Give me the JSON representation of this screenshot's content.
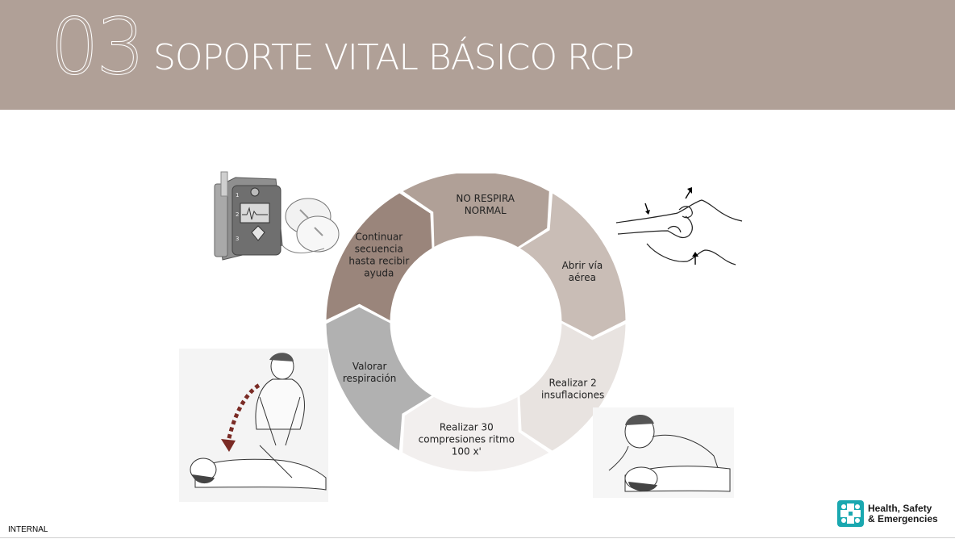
{
  "header": {
    "section_number": "03",
    "title": "SOPORTE VITAL BÁSICO RCP",
    "background_color": "#b0a097"
  },
  "cycle": {
    "steps": [
      {
        "label_lines": [
          "NO RESPIRA",
          "NORMAL"
        ],
        "color": "#b0a097"
      },
      {
        "label_lines": [
          "Abrir vía",
          "aérea"
        ],
        "color": "#c9bdb6"
      },
      {
        "label_lines": [
          "Realizar 2",
          "insuflaciones"
        ],
        "color": "#e8e3e0"
      },
      {
        "label_lines": [
          "Realizar 30",
          "compresiones ritmo",
          "100 x'"
        ],
        "color": "#f2efee"
      },
      {
        "label_lines": [
          "Valorar",
          "respiración"
        ],
        "color": "#b1b1b1"
      },
      {
        "label_lines": [
          "Continuar",
          "secuencia",
          "hasta recibir",
          "ayuda"
        ],
        "color": "#9a857b"
      }
    ]
  },
  "illustrations": [
    {
      "name": "defibrillator-aed",
      "icon": "aed-device-icon"
    },
    {
      "name": "airway-opening",
      "icon": "head-tilt-chin-lift-icon"
    },
    {
      "name": "chest-compressions",
      "icon": "cpr-compressions-icon"
    },
    {
      "name": "rescue-breaths",
      "icon": "mouth-to-mouth-icon"
    }
  ],
  "footer": {
    "classification": "INTERNAL",
    "logo_lines": [
      "Health, Safety",
      "& Emergencies"
    ],
    "logo_color": "#1aa8b0"
  }
}
